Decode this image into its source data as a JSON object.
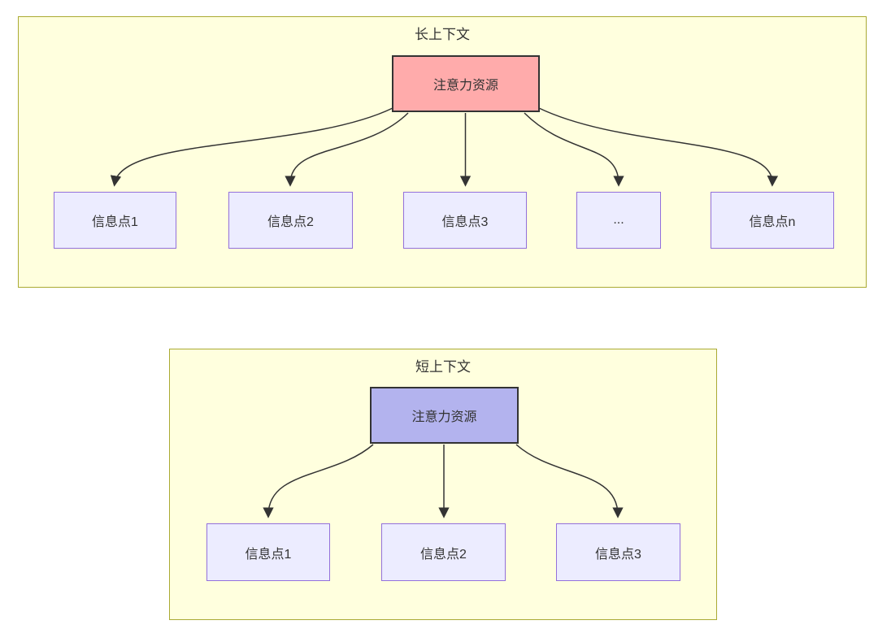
{
  "panels": [
    {
      "title": "长上下文",
      "root": {
        "label": "注意力资源"
      },
      "children": [
        {
          "label": "信息点1"
        },
        {
          "label": "信息点2"
        },
        {
          "label": "信息点3"
        },
        {
          "label": "..."
        },
        {
          "label": "信息点n"
        }
      ]
    },
    {
      "title": "短上下文",
      "root": {
        "label": "注意力资源"
      },
      "children": [
        {
          "label": "信息点1"
        },
        {
          "label": "信息点2"
        },
        {
          "label": "信息点3"
        }
      ]
    }
  ],
  "colors": {
    "panel_background": "#ffffde",
    "panel_border": "#aaaa33",
    "long_context_root_fill": "#ffabab",
    "short_context_root_fill": "#b3b3ee",
    "info_node_fill": "#ececff",
    "info_node_border": "#9370db",
    "root_node_border": "#333333",
    "arrow": "#333333",
    "text": "#333333"
  }
}
